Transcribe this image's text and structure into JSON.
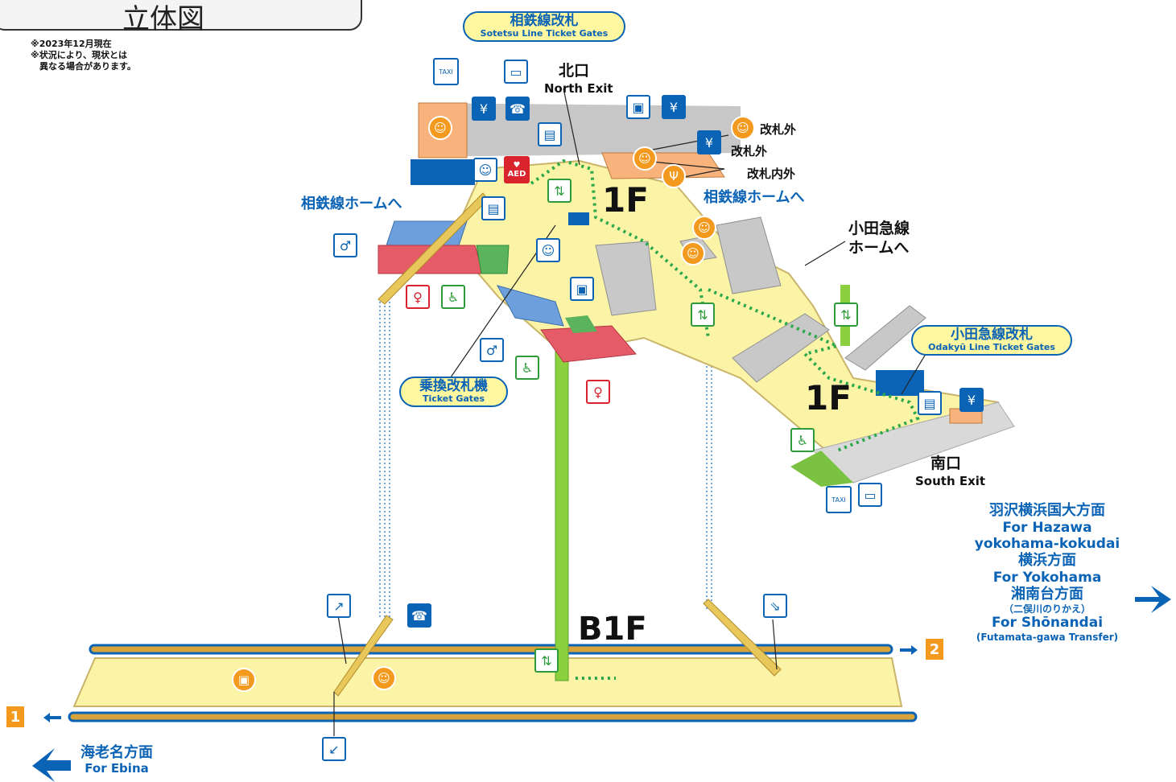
{
  "title": "立体図",
  "notes": [
    "※2023年12月現在",
    "※状況により、現状とは",
    "　異なる場合があります。"
  ],
  "floors": {
    "f1_left": "1F",
    "f1_right": "1F",
    "b1": "B1F"
  },
  "exits": {
    "north_jp": "北口",
    "north_en": "North Exit",
    "south_jp": "南口",
    "south_en": "South Exit"
  },
  "gates": {
    "sotetsu_jp": "相鉄線改札",
    "sotetsu_en": "Sotetsu Line Ticket Gates",
    "transfer_jp": "乗換改札機",
    "transfer_en": "Ticket Gates",
    "odakyu_jp": "小田急線改札",
    "odakyu_en": "Odakyū Line Ticket Gates"
  },
  "labels": {
    "sotetsu_home_left": "相鉄線ホームへ",
    "sotetsu_home_right": "相鉄線ホームへ",
    "odakyu_home_1": "小田急線",
    "odakyu_home_2": "ホームへ",
    "outside_1": "改札外",
    "outside_2": "改札外",
    "inside_outside": "改札内外"
  },
  "directions": {
    "right_1_jp": "羽沢横浜国大方面",
    "right_1_en_a": "For Hazawa",
    "right_1_en_b": "yokohama-kokudai",
    "right_2_jp": "横浜方面",
    "right_2_en": "For Yokohama",
    "right_3_jp": "湘南台方面",
    "right_3_note": "（二俣川のりかえ）",
    "right_3_en": "For Shōnandai",
    "right_3_en_note": "(Futamata-gawa Transfer)",
    "left_jp": "海老名方面",
    "left_en": "For Ebina"
  },
  "platforms": {
    "p1": "1",
    "p2": "2"
  },
  "icons": {
    "taxi_text": "TAXI",
    "aed_text": "AED",
    "yen": "¥",
    "phone": "☎",
    "person": "♂",
    "woman": "♀",
    "wheelchair": "♿",
    "elevator": "⇅"
  },
  "colors": {
    "brand_blue": "#0a63b5",
    "floor_yellow": "#fbf3a6",
    "green_shaft": "#8ccf3f",
    "orange": "#f39a1e"
  }
}
